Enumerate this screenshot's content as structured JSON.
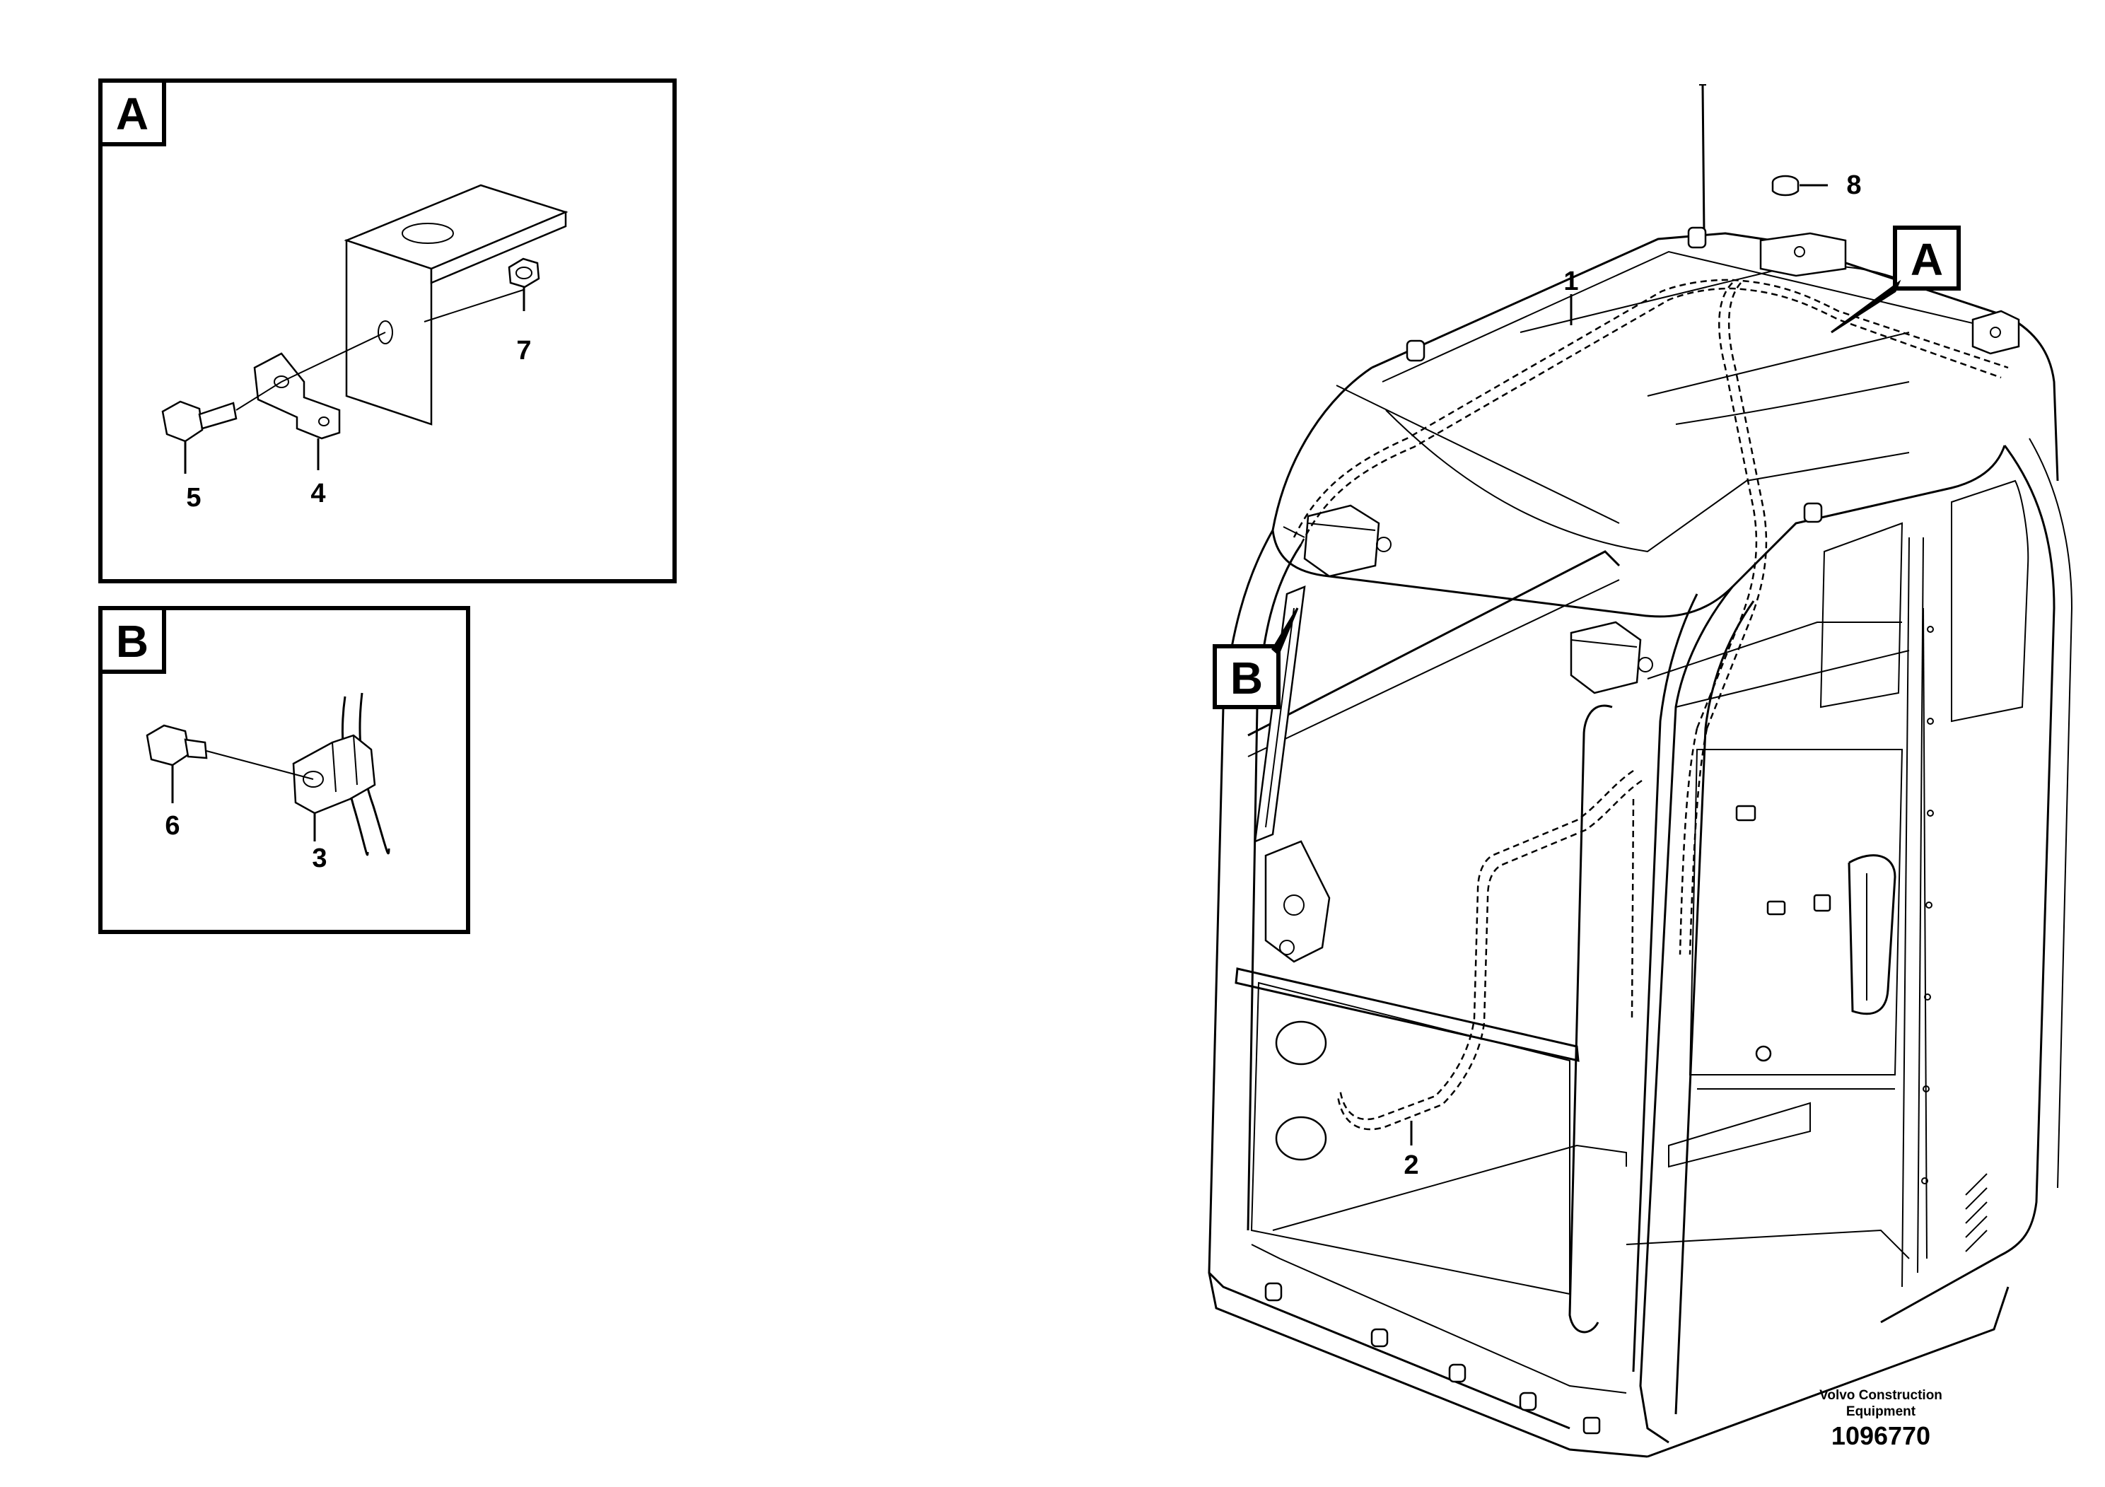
{
  "details": [
    {
      "letter": "A",
      "parts": [
        "4",
        "5",
        "7"
      ]
    },
    {
      "letter": "B",
      "parts": [
        "3",
        "6"
      ]
    }
  ],
  "callouts": {
    "c1": "1",
    "c2": "2",
    "c3": "3",
    "c4": "4",
    "c5": "5",
    "c6": "6",
    "c7": "7",
    "c8": "8"
  },
  "detail_markers": {
    "a": "A",
    "b": "B"
  },
  "title_block": {
    "maker_line1": "Volvo Construction",
    "maker_line2": "Equipment",
    "drawing_number": "1096770"
  }
}
